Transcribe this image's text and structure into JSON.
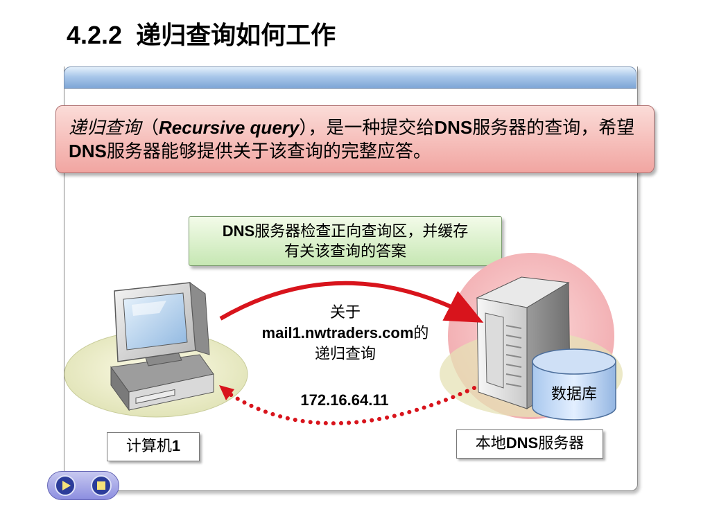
{
  "slide": {
    "number": "4.2.2",
    "title": "递归查询如何工作"
  },
  "definition": {
    "term": "递归查询",
    "open_paren": "（",
    "term_en": "Recursive query",
    "part1": "），是一种提交给",
    "dns1": "DNS",
    "part2": "服务器的查询，希望",
    "dns2": "DNS",
    "part3": "服务器能够提供关于该查询的完整应答。"
  },
  "note": {
    "dns": "DNS",
    "line1_rest": "服务器检查正向查询区，并缓存",
    "line2": "有关该查询的答案"
  },
  "query": {
    "line1": "关于",
    "domain": "mail1.nwtraders.com",
    "de": "的",
    "line3": "递归查询"
  },
  "answer_ip": "172.16.64.11",
  "computer": {
    "label": "计算机",
    "number": "1"
  },
  "server": {
    "prefix": "本地",
    "dns": "DNS",
    "suffix": "服务器"
  },
  "database_label": "数据库",
  "colors": {
    "request_arrow": "#d8141c",
    "response_arrow": "#d8141c",
    "definition_box": "#f1a5a1",
    "note_box": "#c6e7b3",
    "frame_bar": "#7ea6d6"
  },
  "icons": [
    "computer-icon",
    "server-icon",
    "database-icon",
    "play-icon",
    "stop-icon"
  ]
}
